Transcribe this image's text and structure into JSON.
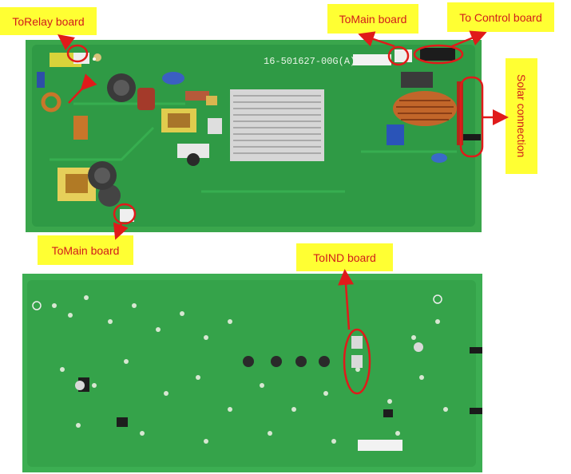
{
  "photos": {
    "top_board": {
      "silkscreen_label": "16-501627-00G(A)"
    },
    "bottom_board": {}
  },
  "callouts": {
    "to_relay_board": "ToRelay board",
    "to_main_board_top": "ToMain board",
    "to_control_board": "To Control board",
    "solar_connection": "Solar connection",
    "to_main_board_bottom": "ToMain board",
    "to_ind_board": "ToIND board"
  },
  "colors": {
    "callout_bg": "#ffff33",
    "callout_text": "#d11b1b",
    "annotation": "#e01a1a",
    "pcb_green": "#2f9a45"
  }
}
